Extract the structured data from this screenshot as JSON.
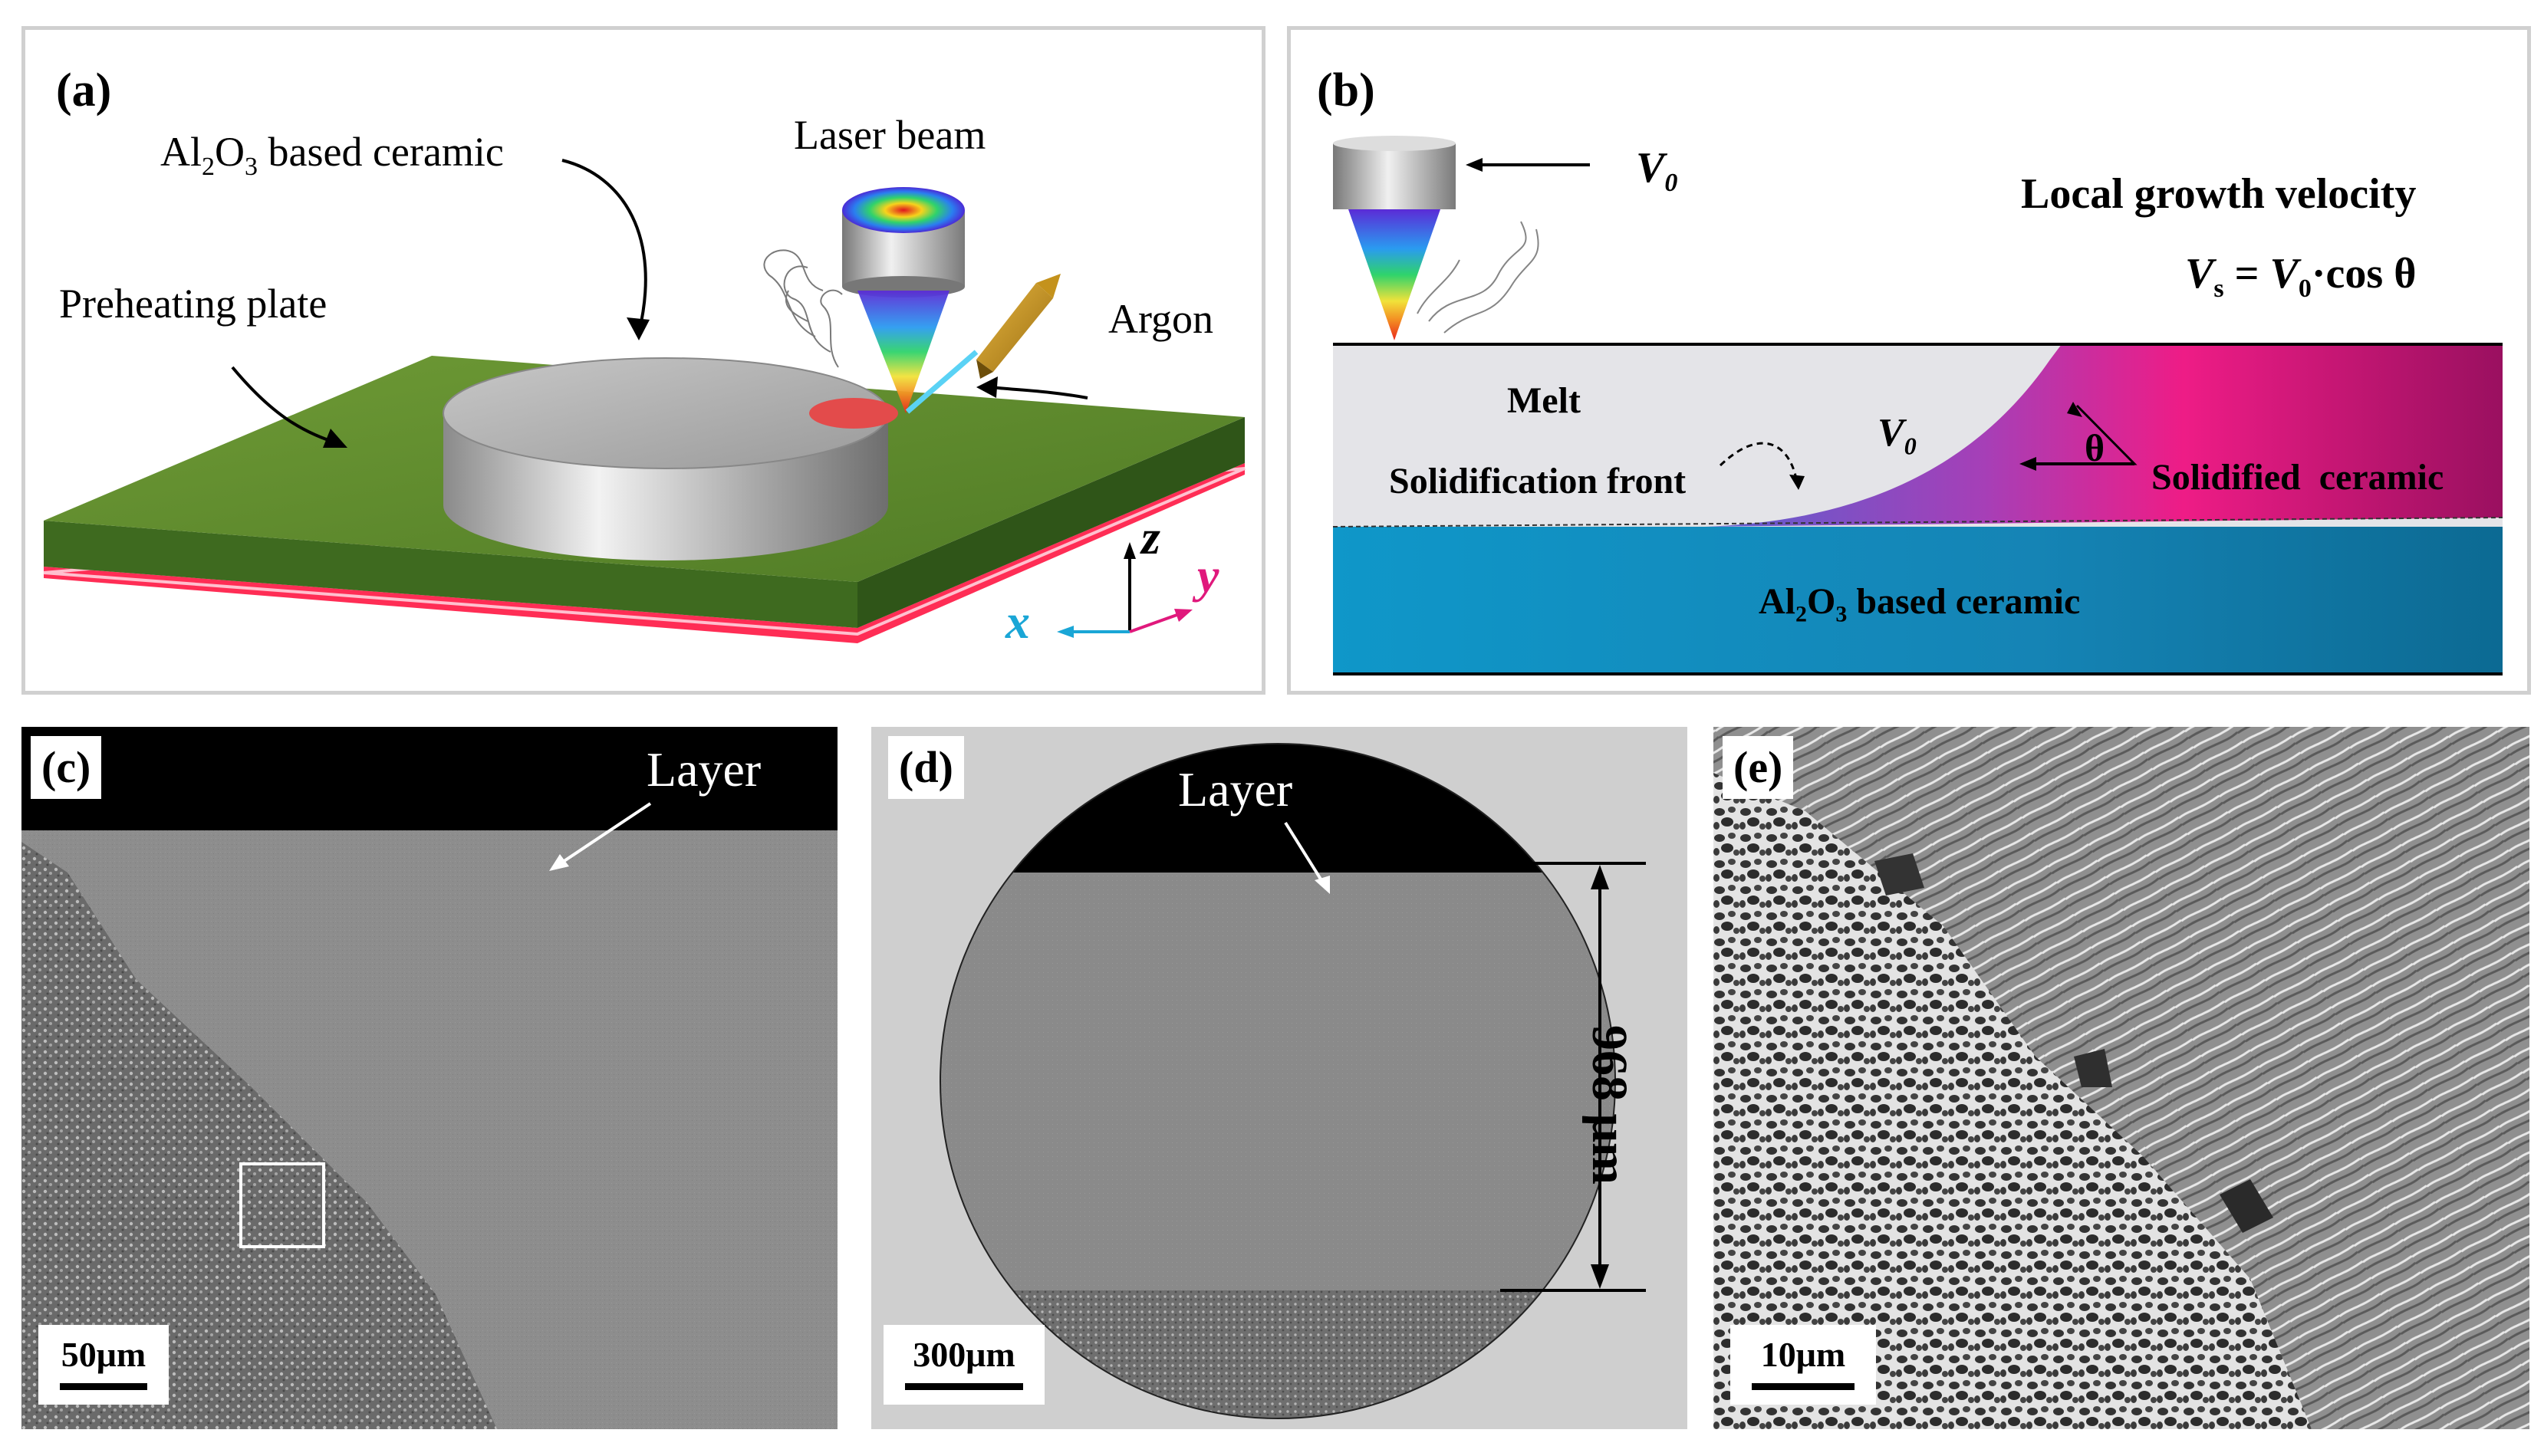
{
  "figure": {
    "panel_a": {
      "label": "(a)",
      "ceramic_label_main": "Al",
      "ceramic_sub1": "2",
      "ceramic_mid": "O",
      "ceramic_sub2": "3",
      "ceramic_rest": " based ceramic",
      "laser_label": "Laser beam",
      "argon_label": "Argon",
      "plate_label": "Preheating plate",
      "axis_x": "x",
      "axis_y": "y",
      "axis_z": "z"
    },
    "panel_b": {
      "label": "(b)",
      "v0_top": "V",
      "v0_sub": "0",
      "title": "Local growth velocity",
      "eq_vs": "V",
      "eq_vs_sub": "s",
      "eq_eq": " = ",
      "eq_v0": "V",
      "eq_v0_sub": "0",
      "eq_rest": "·cos θ",
      "melt": "Melt",
      "front": "Solidification front",
      "v0_mid": "V",
      "v0_mid_sub": "0",
      "theta": "θ",
      "solidified": "Solidified  ceramic",
      "base_main": "Al",
      "base_sub1": "2",
      "base_mid": "O",
      "base_sub2": "3",
      "base_rest": " based ceramic"
    },
    "panel_c": {
      "label": "(c)",
      "layer": "Layer",
      "scale": "50μm"
    },
    "panel_d": {
      "label": "(d)",
      "layer": "Layer",
      "scale": "300μm",
      "dimension": "968 μm"
    },
    "panel_e": {
      "label": "(e)",
      "scale": "10μm"
    },
    "colors": {
      "plate_green": "#5e8a2e",
      "plate_red": "#ff2d55",
      "melt_grey": "#e4e4e8",
      "solidified_magenta": "#e6157f",
      "base_blue": "#138cc0",
      "sem_grey": "#8e8e8e"
    },
    "icons": [
      "laser-head-icon",
      "argon-nozzle-icon",
      "smoke-icon",
      "axis-triad-icon"
    ]
  }
}
